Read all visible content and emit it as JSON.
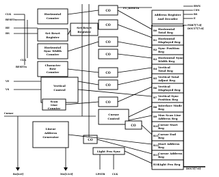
{
  "blocks": {
    "horizontal_counter": [
      "Horizontal",
      "Counter"
    ],
    "set_reset_1": [
      "Set Reset",
      "Register"
    ],
    "horizontal_sync_width_counter": [
      "Horizontal",
      "Sync Width",
      "Counter"
    ],
    "character_row_counter": [
      "Character",
      "Row",
      "Counter"
    ],
    "set_reset_2": [
      "Set Reset",
      "Register"
    ],
    "vertical_control": [
      "Vertical",
      "Control"
    ],
    "scan_line_counter": [
      "Scan",
      "Line",
      "Counter"
    ],
    "cursor_control": [
      "Cursor",
      "Control"
    ],
    "linear_address_generator": [
      "Linear",
      "Address",
      "Generator"
    ],
    "light_pen_sync": "Light Pen Sync",
    "address_register": [
      "Address Register",
      "And Decoder"
    ]
  },
  "co_label": "CO",
  "registers": [
    [
      "Horizontal",
      "Total Reg"
    ],
    [
      "Horizontal",
      "Displayed Reg"
    ],
    [
      "Sync Position",
      "Reg"
    ],
    [
      "Horizontal Sync",
      "Width Reg"
    ],
    [
      "Vertical",
      "Total Reg"
    ],
    [
      "Vertical Total",
      "Adjust Reg"
    ],
    [
      "Vertical",
      "Displayed Reg"
    ],
    [
      "Vertical Sync",
      "Position Reg"
    ],
    [
      "Interlace Mode",
      "Reg"
    ],
    [
      "Max Scan Line",
      "Address Reg"
    ],
    [
      "Cursor Start",
      "Reg"
    ],
    [
      "Cursor End",
      "Reg"
    ],
    [
      "Start Address",
      "Reg"
    ],
    [
      "Cursor Address",
      "Reg"
    ],
    [
      "Light Pen Reg"
    ]
  ],
  "register_ids": [
    "R0",
    "R1",
    "R2",
    "R3",
    "R4",
    "R5",
    "R6",
    "R7",
    "R8",
    "R9",
    "R10",
    "R11",
    "R12",
    "R13",
    "R14"
  ],
  "signals": {
    "clk": "CLK",
    "reset": "RESETn",
    "he": "HE",
    "hs": "HS",
    "clk2": "CLK",
    "reset2": "RESETn",
    "ve": "VE",
    "vs": "VS",
    "cursor": "Cursor",
    "pu_reset": "PU_RESETn",
    "rwn": "RWN",
    "csn": "CSN",
    "rs": "RS",
    "e": "E",
    "pdb": "PDB7[7:0]",
    "dout": "DOUT7[7:0]",
    "ra": "RA[4:0]",
    "ma": "MA[13:0]",
    "lpstb": "LPSTB",
    "clk3": "CLK",
    "dout_bottom": "DOUT[7:0]"
  }
}
